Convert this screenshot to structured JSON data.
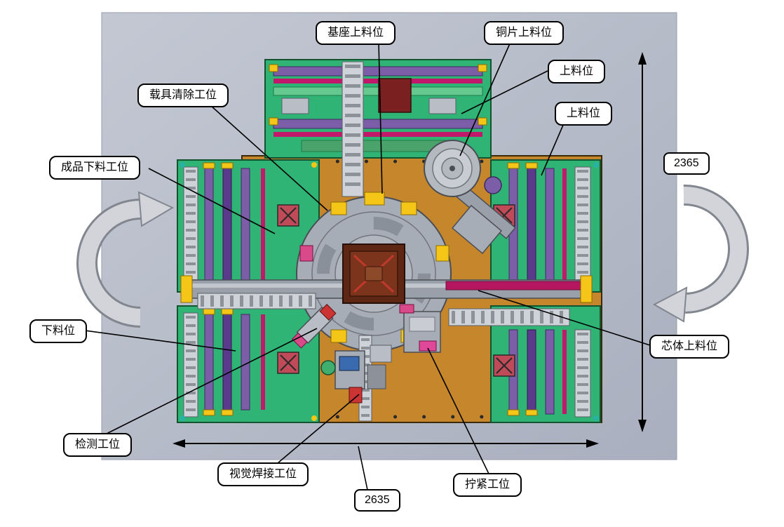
{
  "figure": {
    "callouts": [
      {
        "id": "base-loading",
        "label": "基座上料位"
      },
      {
        "id": "copper-loading",
        "label": "铜片上料位"
      },
      {
        "id": "loading-top",
        "label": "上料位"
      },
      {
        "id": "loading-right",
        "label": "上料位"
      },
      {
        "id": "carrier-clearing",
        "label": "载具清除工位"
      },
      {
        "id": "finished-unloading",
        "label": "成品下料工位"
      },
      {
        "id": "unloading",
        "label": "下料位"
      },
      {
        "id": "inspection",
        "label": "检测工位"
      },
      {
        "id": "visual-welding",
        "label": "视觉焊接工位"
      },
      {
        "id": "tightening",
        "label": "拧紧工位"
      },
      {
        "id": "core-loading",
        "label": "芯体上料位"
      }
    ],
    "dimensions": {
      "height_mm": "2365",
      "width_mm": "2635"
    },
    "colors": {
      "backdrop": "#b5bbc8",
      "module_green": "#2fb475",
      "base_plate": "#c6862c",
      "rail_purple": "#7b5ea7",
      "rail_magenta": "#c2186b",
      "fixture_yellow": "#f5c518",
      "metal_gray": "#a7adb6"
    }
  }
}
